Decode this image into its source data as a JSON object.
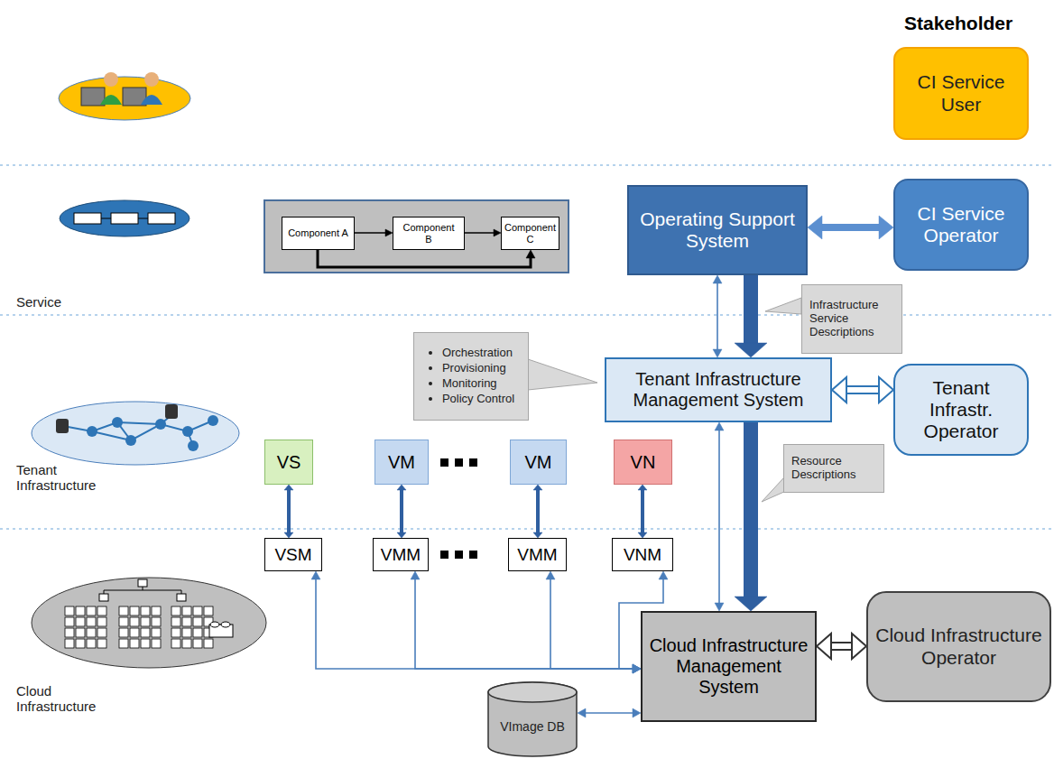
{
  "diagram": {
    "nodes": [
      {
        "text": [
          "CI Service User"
        ]
      },
      {
        "text": [
          "Component A"
        ]
      },
      {
        "text": [
          "Component B"
        ]
      },
      {
        "text": [
          "Component C"
        ]
      },
      {
        "text": [
          "Operating Support System"
        ]
      },
      {
        "text": [
          "CI Service Operator"
        ]
      },
      {
        "text": [
          "Infrastructure Service Descriptions"
        ]
      },
      {
        "text": [
          "Orchestration",
          "Provisioning",
          "Monitoring",
          "Policy Control"
        ]
      },
      {
        "text": [
          "Tenant Infrastructure Management System"
        ]
      },
      {
        "text": [
          "Tenant Infrastr. Operator"
        ]
      },
      {
        "text": [
          "VS"
        ]
      },
      {
        "text": [
          "VM"
        ]
      },
      {
        "text": [
          "VM"
        ]
      },
      {
        "text": [
          "VN"
        ]
      },
      {
        "text": [
          "Resource Descriptions"
        ]
      },
      {
        "text": [
          "VSM"
        ]
      },
      {
        "text": [
          "VMM"
        ]
      },
      {
        "text": [
          "VMM"
        ]
      },
      {
        "text": [
          "VNM"
        ]
      },
      {
        "text": [
          "Cloud Infrastructure Management System"
        ]
      },
      {
        "text": [
          "Cloud Infrastructure Operator"
        ]
      },
      {
        "text": [
          "VImage DB"
        ]
      }
    ],
    "edges": [
      {
        "from": 1,
        "to": 2,
        "arrow": "to"
      },
      {
        "from": 2,
        "to": 3,
        "arrow": "to"
      },
      {
        "from": 1,
        "to": 3,
        "arrow": "to"
      },
      {
        "from": 4,
        "to": 5,
        "arrow": "both"
      },
      {
        "from": 4,
        "to": 8,
        "arrow": "both"
      },
      {
        "from": 4,
        "to": 8,
        "arrow": "to"
      },
      {
        "from": 8,
        "to": 9,
        "arrow": "both"
      },
      {
        "from": 8,
        "to": 19,
        "arrow": "both"
      },
      {
        "from": 8,
        "to": 19,
        "arrow": "to"
      },
      {
        "from": 19,
        "to": 20,
        "arrow": "both"
      },
      {
        "from": 10,
        "to": 15,
        "arrow": "both"
      },
      {
        "from": 11,
        "to": 16,
        "arrow": "both"
      },
      {
        "from": 12,
        "to": 17,
        "arrow": "both"
      },
      {
        "from": 13,
        "to": 18,
        "arrow": "both"
      },
      {
        "from": 19,
        "to": 15,
        "arrow": "both"
      },
      {
        "from": 19,
        "to": 16,
        "arrow": "both"
      },
      {
        "from": 19,
        "to": 17,
        "arrow": "both"
      },
      {
        "from": 19,
        "to": 18,
        "arrow": "both"
      },
      {
        "from": 19,
        "to": 21,
        "arrow": "both"
      }
    ],
    "labels": [
      "Stakeholder",
      "Service",
      "Tenant Infrastructure",
      "Cloud Infrastructure"
    ]
  }
}
